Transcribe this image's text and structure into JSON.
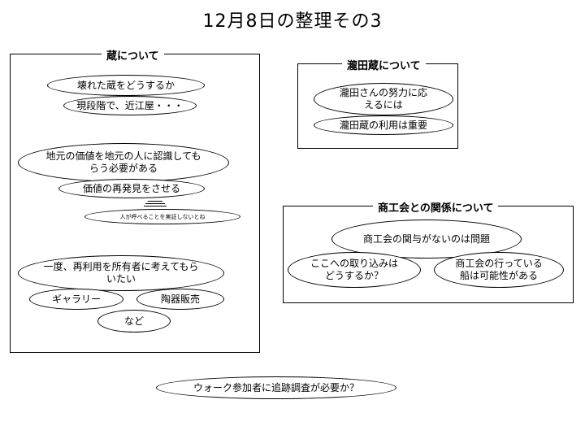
{
  "title": "12月8日の整理その3",
  "kura": {
    "label": "蔵について",
    "broken": "壊れた蔵をどうするか",
    "current": "現段階で、近江屋・・・",
    "local_value": "地元の価値を地元の人に認識してもらう必要がある",
    "rediscover": "価値の再発見をさせる",
    "voice": "人が呼べることを実証しないとね",
    "reuse": "一度、再利用を所有者に考えてもらいたい",
    "gallery": "ギャラリー",
    "pottery": "陶器販売",
    "etc": "など"
  },
  "takita": {
    "label": "瀧田蔵について",
    "respond": "瀧田さんの努力に応えるには",
    "use": "瀧田蔵の利用は重要"
  },
  "shoko": {
    "label": "商工会との関係について",
    "no_involve": "商工会の関与がないのは問題",
    "how": "ここへの取り込みはどうするか？",
    "possible": "商工会の行っている船は可能性がある"
  },
  "walk": "ウォーク参加者に追跡調査が必要か？"
}
